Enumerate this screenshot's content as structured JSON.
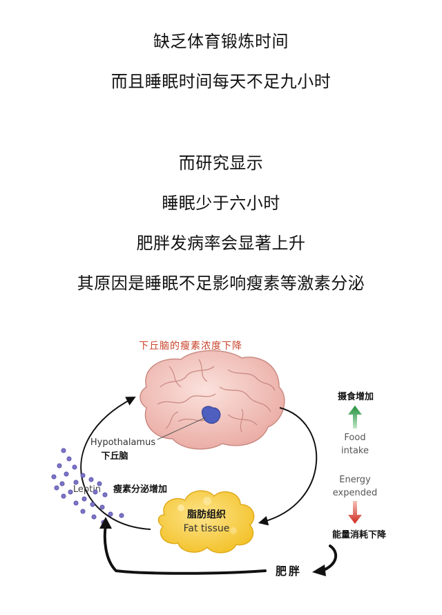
{
  "text_lines": [
    "缺乏体育锻炼时间",
    "而且睡眠时间每天不足九小时",
    "而研究显示",
    "睡眠少于六小时",
    "肥胖发病率会显著上升",
    "其原因是睡眠不足影响瘦素等激素分泌"
  ],
  "diagram": {
    "title": "下丘脑的瘦素浓度下降",
    "hypothalamus_en": "Hypothalamus",
    "hypothalamus_cn": "下丘脑",
    "food_intake_cn": "摄食增加",
    "food_intake_en_1": "Food",
    "food_intake_en_2": "intake",
    "energy_en_1": "Energy",
    "energy_en_2": "expended",
    "energy_cn": "能量消耗下降",
    "leptin_en": "Leptin",
    "leptin_cn": "瘦素分泌增加",
    "fat_cn": "脂肪组织",
    "fat_en": "Fat tissue",
    "obesity_cn": "肥胖"
  },
  "colors": {
    "brain": "#f3c6c0",
    "hypothalamus": "#4f5fbf",
    "fat": "#f7cf3c",
    "title_red": "#c8442c",
    "up_arrow": "#2e9c47",
    "down_arrow": "#d33a2b",
    "leptin_dot": "#7b74c4"
  }
}
